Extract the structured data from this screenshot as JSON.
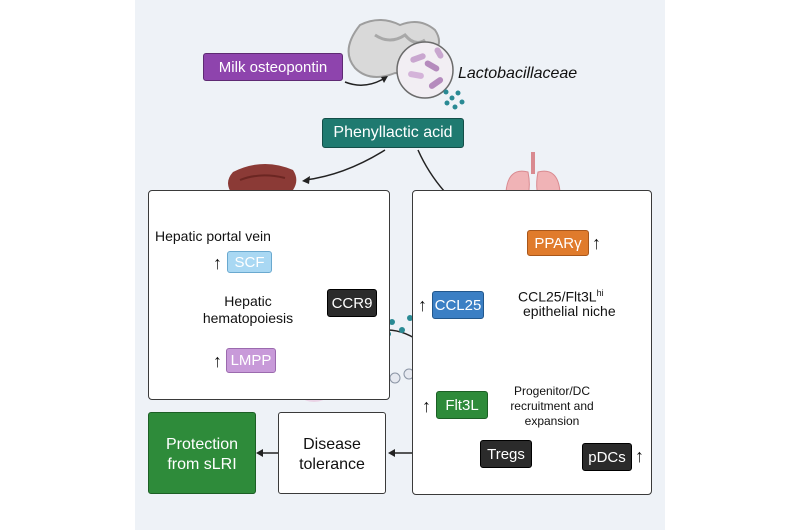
{
  "colors": {
    "purple": "#8e44ad",
    "teal": "#1f7a70",
    "blue_light": "#a9d8f3",
    "blue": "#3b7fc4",
    "orange": "#e07b2c",
    "dark": "#2b2b2b",
    "green": "#2e8b3a",
    "lmpp": "#c89ad9"
  },
  "top": {
    "milk_osteopontin": "Milk osteopontin",
    "lactobacillaceae": "Lactobacillaceae",
    "phenyllactic_acid": "Phenyllactic acid"
  },
  "liver": {
    "portal_vein": "Hepatic portal vein",
    "scf": "SCF",
    "hematopoiesis_line1": "Hepatic",
    "hematopoiesis_line2": "hematopoiesis",
    "ccr9": "CCR9",
    "lmpp": "LMPP"
  },
  "lung": {
    "ppar": "PPARγ",
    "niche_line1_a": "CCL25/Flt3L",
    "niche_line1_sup": "hi",
    "niche_line2": "epithelial niche",
    "ccl25": "CCL25",
    "flt3l": "Flt3L",
    "progenitor_line1": "Progenitor/DC",
    "progenitor_line2": "recruitment and",
    "progenitor_line3": "expansion",
    "tregs": "Tregs",
    "pdcs": "pDCs"
  },
  "bottom": {
    "protection_line1": "Protection",
    "protection_line2": "from sLRI",
    "disease_line1": "Disease",
    "disease_line2": "tolerance"
  },
  "arrow_up": "↑"
}
